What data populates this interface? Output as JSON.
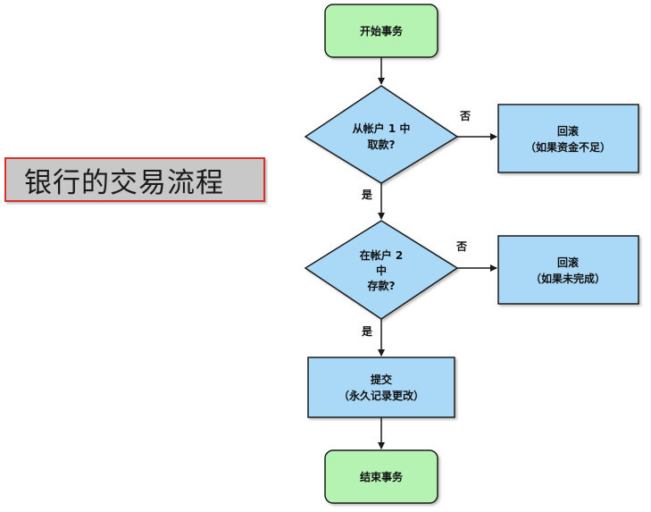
{
  "title": "银行的交易流程",
  "colors": {
    "start_end_fill": "#b5f3b3",
    "process_fill": "#a9d9f7",
    "outline": "#1a1a1a",
    "title_bg": "#c8c8c8",
    "title_border": "#d9302a"
  },
  "nodes": {
    "start": {
      "lines": [
        "开始事务"
      ]
    },
    "decision1": {
      "lines": [
        "从帐户 1 中",
        "取款?"
      ]
    },
    "rollback1": {
      "lines": [
        "回滚",
        "（如果资金不足）"
      ]
    },
    "decision2": {
      "lines": [
        "在帐户 2",
        "中",
        "存款?"
      ]
    },
    "rollback2": {
      "lines": [
        "回滚",
        "（如果未完成）"
      ]
    },
    "commit": {
      "lines": [
        "提交",
        "（永久记录更改）"
      ]
    },
    "end": {
      "lines": [
        "结束事务"
      ]
    }
  },
  "edge_labels": {
    "d1_no": "否",
    "d1_yes": "是",
    "d2_no": "否",
    "d2_yes": "是"
  }
}
